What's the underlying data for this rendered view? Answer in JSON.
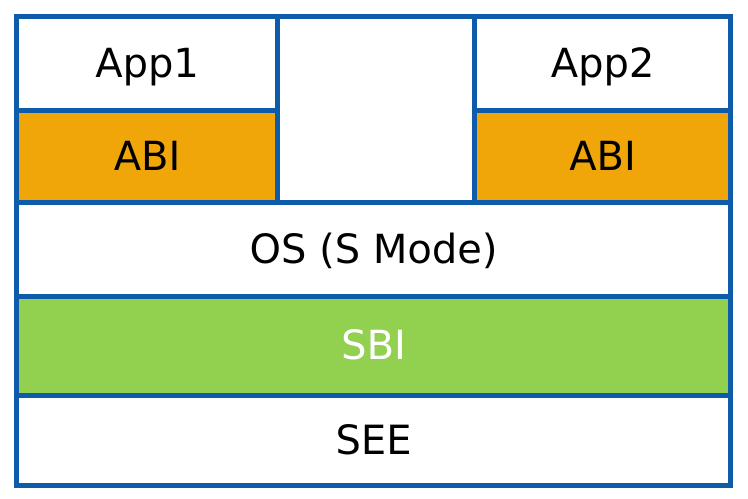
{
  "diagram": {
    "top": {
      "app1_label": "App1",
      "app2_label": "App2",
      "abi_left_label": "ABI",
      "abi_right_label": "ABI"
    },
    "os_label": "OS (S Mode)",
    "sbi_label": "SBI",
    "see_label": "SEE"
  },
  "colors": {
    "page-bg": "#ffffff",
    "box-white": "#ffffff",
    "border-blue": "#0d5ba9",
    "abi-orange": "#f0a608",
    "sbi-green": "#92d050",
    "sbi-text": "#ffffff",
    "text-black": "#000000"
  }
}
